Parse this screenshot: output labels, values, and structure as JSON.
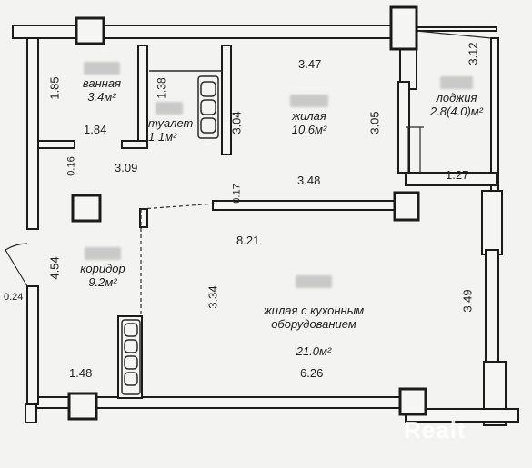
{
  "colors": {
    "wall": "#1b1b1b",
    "wall_fill": "#f5f5f3",
    "background": "#f3f3f1",
    "line": "#2a2a2a"
  },
  "rooms": [
    {
      "id": "bath",
      "name": "ванная",
      "area": "3.4м²"
    },
    {
      "id": "toilet",
      "name": "туалет",
      "area": "1.1м²"
    },
    {
      "id": "living",
      "name": "жилая",
      "area": "10.6м²"
    },
    {
      "id": "loggia",
      "name": "лоджия",
      "area": "2.8(4.0)м²"
    },
    {
      "id": "corridor",
      "name": "коридор",
      "area": "9.2м²"
    },
    {
      "id": "kitchen",
      "name": "жилая с кухонным\nоборудованием",
      "area": "21.0м²"
    }
  ],
  "dimensions": [
    "3.47",
    "3.12",
    "1.85",
    "1.38",
    "3.04",
    "3.05",
    "1.84",
    "0.16",
    "3.09",
    "1.27",
    "0.17",
    "3.48",
    "8.21",
    "4.54",
    "0.24",
    "3.34",
    "3.49",
    "1.48",
    "6.26"
  ],
  "watermark": "Realt"
}
